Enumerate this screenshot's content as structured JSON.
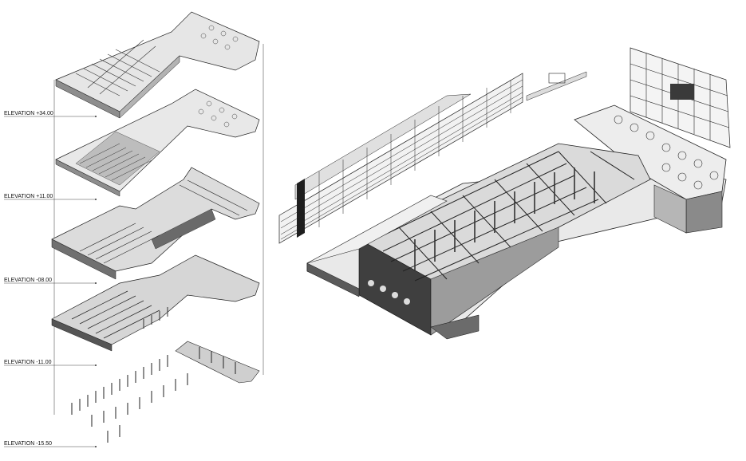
{
  "levels": [
    {
      "label": "ELEVATION +34.00"
    },
    {
      "label": "ELEVATION +11.00"
    },
    {
      "label": "ELEVATION -08.00"
    },
    {
      "label": "ELEVATION -11.00"
    },
    {
      "label": "ELEVATION -15.50"
    }
  ],
  "colors": {
    "line": "#1a1a1a",
    "slab_top": "#e4e4e4",
    "slab_side": "#9a9a9a",
    "slab_dark": "#4a4a4a",
    "wall": "#c8c8c8",
    "background": "#ffffff"
  }
}
